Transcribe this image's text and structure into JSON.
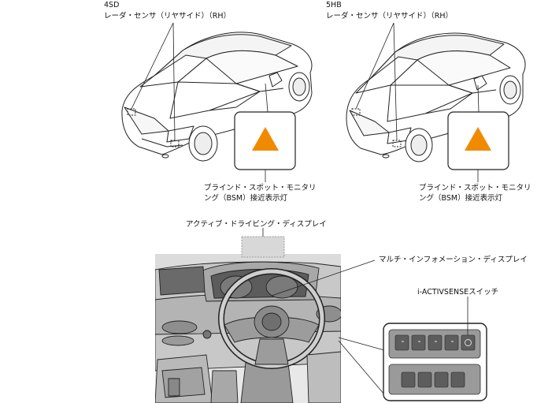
{
  "variant_4sd": {
    "name": "4SD",
    "sensor_label": "レーダ・センサ（リヤサイド）（RH）",
    "indicator_label_line1": "ブラインド・スポット・モニタリ",
    "indicator_label_line2": "ング（BSM）接近表示灯"
  },
  "variant_5hb": {
    "name": "5HB",
    "sensor_label": "レーダ・センサ（リヤサイド）（RH）",
    "indicator_label_line1": "ブラインド・スポット・モニタリ",
    "indicator_label_line2": "ング（BSM）接近表示灯"
  },
  "cockpit": {
    "active_driving_display_label": "アクティブ・ドライビング・ディスプレイ",
    "multi_info_display_label": "マルチ・インフォメーション・ディスプレイ",
    "i_activsense_switch_label": "i-ACTIVSENSEスイッチ"
  },
  "colors": {
    "indicator_fill": "#f08a00",
    "hud_fill": "#d8d8d8"
  }
}
